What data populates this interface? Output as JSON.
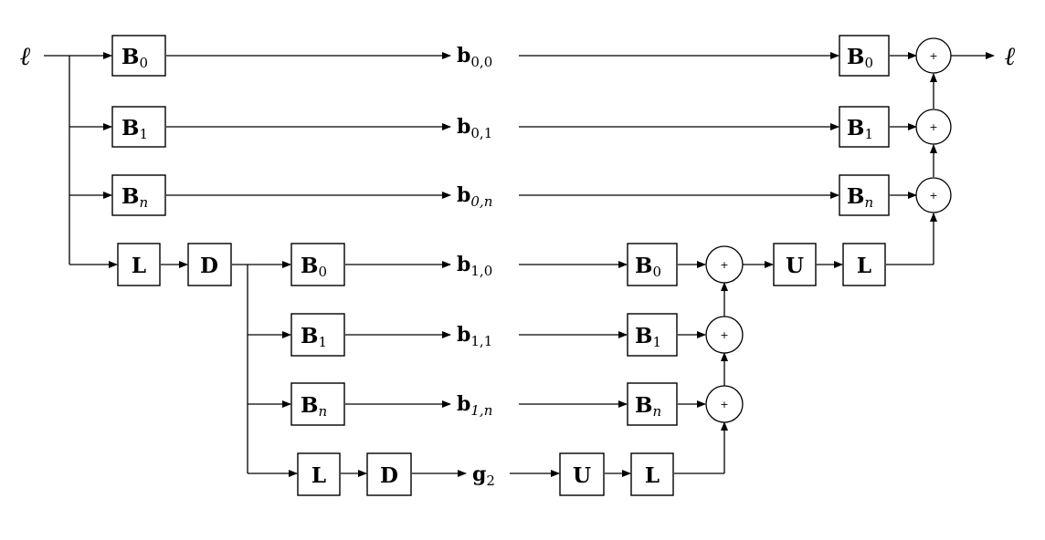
{
  "signal": {
    "input_symbol": "ℓ",
    "output_symbol": "ℓ"
  },
  "blocks": {
    "B": "B",
    "L": "L",
    "D": "D",
    "U": "U"
  },
  "bank_subscripts": [
    "0",
    "1",
    "n"
  ],
  "level0": {
    "coefficients": [
      {
        "main": "b",
        "sub": "0,0"
      },
      {
        "main": "b",
        "sub": "0,1"
      },
      {
        "main": "b",
        "sub": "0,n"
      }
    ]
  },
  "level1": {
    "coefficients": [
      {
        "main": "b",
        "sub": "1,0"
      },
      {
        "main": "b",
        "sub": "1,1"
      },
      {
        "main": "b",
        "sub": "1,n"
      }
    ]
  },
  "residual": {
    "main": "g",
    "sub": "2"
  },
  "sum_symbol": "+"
}
